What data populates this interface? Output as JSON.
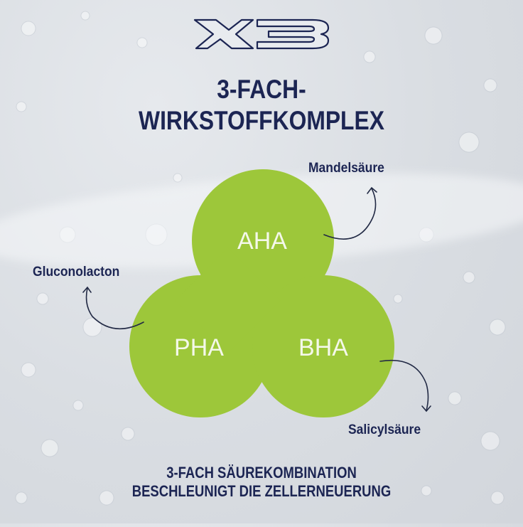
{
  "brand": {
    "logo_text": "X3",
    "logo_icon": "x3-logo"
  },
  "title": {
    "line1": "3-FACH-",
    "line2": "WIRKSTOFFKOMPLEX"
  },
  "diagram": {
    "circles": [
      {
        "label": "AHA",
        "callout": "Mandelsäure"
      },
      {
        "label": "PHA",
        "callout": "Gluconolacton"
      },
      {
        "label": "BHA",
        "callout": "Salicylsäure"
      }
    ],
    "colors": {
      "circle": "#9dc73a",
      "text_dark": "#1c2553",
      "circle_text": "#f4f8ea"
    }
  },
  "footer": {
    "line1": "3-FACH SÄUREKOMBINATION",
    "line2": "BESCHLEUNIGT DIE ZELLERNEUERUNG"
  }
}
